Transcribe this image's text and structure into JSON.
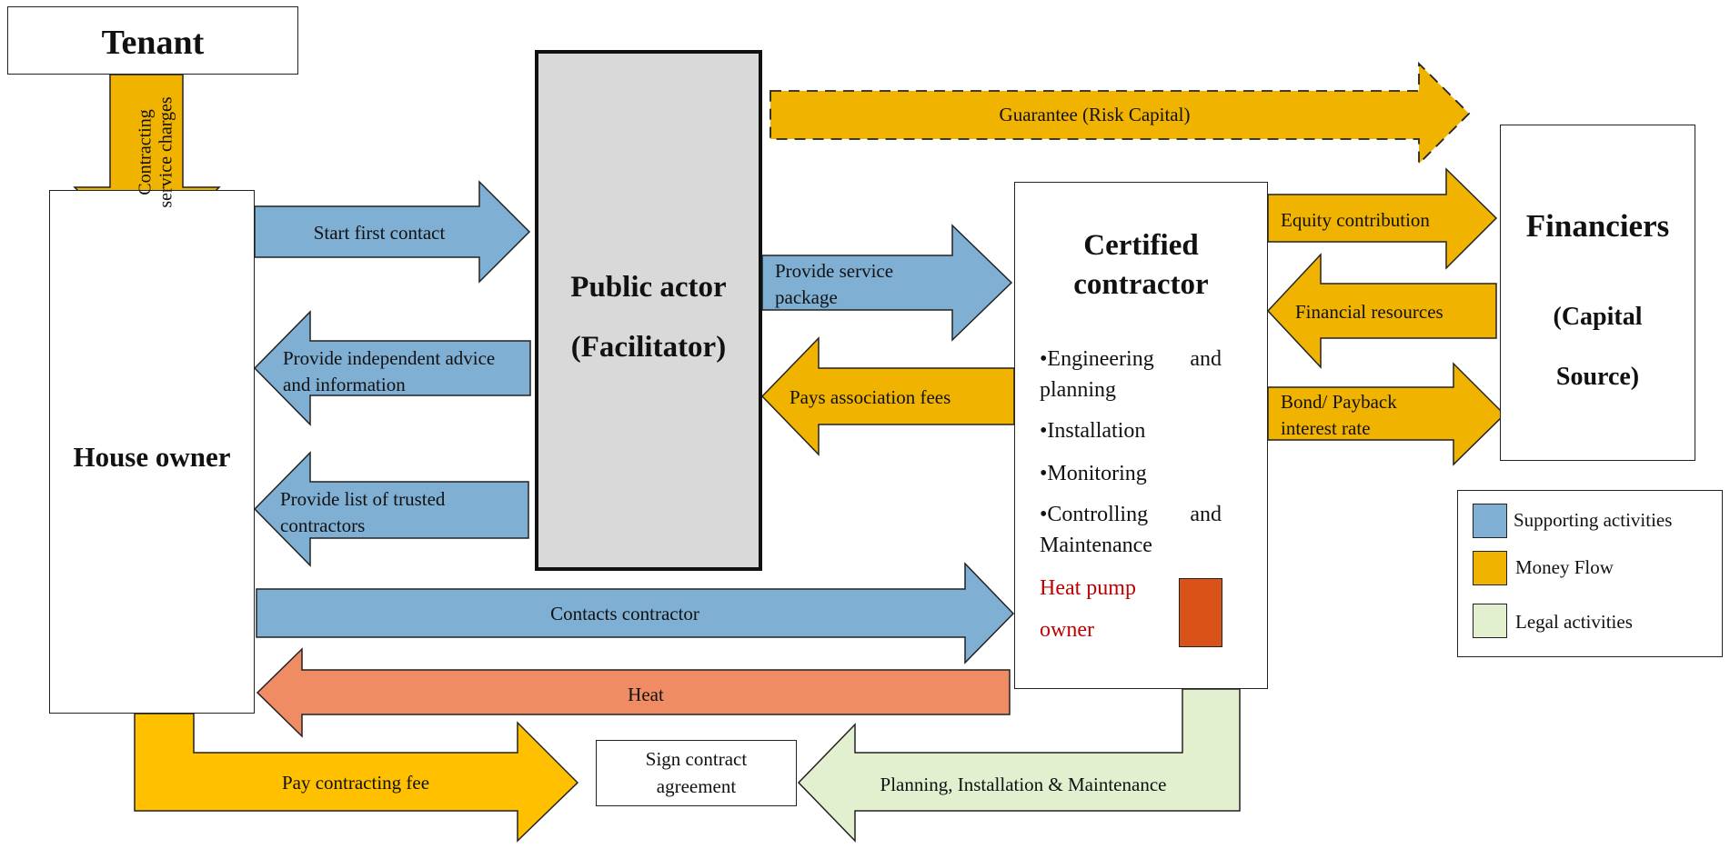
{
  "colors": {
    "supporting": "#7fb0d4",
    "money": "#f0b400",
    "money_alt": "#ffc000",
    "legal": "#e2f0d0",
    "heat": "#f08c64",
    "public_actor_fill": "#d9d9d9",
    "heat_pump_box": "#d95319",
    "heat_pump_text": "#c00000",
    "outline": "#222222"
  },
  "nodes": {
    "tenant": "Tenant",
    "house_owner": "House owner",
    "public_actor_line1": "Public actor",
    "public_actor_line2": "(Facilitator)",
    "contractor_title_line1": "Certified",
    "contractor_title_line2": "contractor",
    "contractor_items": [
      "•Engineering and planning",
      "•Installation",
      "•Monitoring",
      "•Controlling and Maintenance"
    ],
    "heat_pump_line1": "Heat pump",
    "heat_pump_line2": "owner",
    "financiers": "Financiers",
    "capital_line1": "(Capital",
    "capital_line2": "Source)",
    "sign_contract_line1": "Sign contract",
    "sign_contract_line2": "agreement"
  },
  "arrows": {
    "contracting_line1": "Contracting",
    "contracting_line2": "service charges",
    "start_first_contact": "Start first contact",
    "provide_advice_line1": "Provide independent advice",
    "provide_advice_line2": "and information",
    "provide_list_line1": "Provide list of trusted",
    "provide_list_line2": "contractors",
    "contacts_contractor": "Contacts contractor",
    "heat": "Heat",
    "pay_contracting_fee": "Pay contracting fee",
    "guarantee": "Guarantee (Risk Capital)",
    "provide_service_line1": "Provide service",
    "provide_service_line2": "package",
    "pays_association_fees": "Pays association fees",
    "equity_contribution": "Equity contribution",
    "financial_resources": "Financial resources",
    "bond_line1": "Bond/ Payback",
    "bond_line2": "interest rate",
    "planning_installation": "Planning, Installation & Maintenance"
  },
  "legend": {
    "items": [
      {
        "label": "Supporting activities",
        "color": "#7fb0d4"
      },
      {
        "label": "Money Flow",
        "color": "#f0b400"
      },
      {
        "label": "Legal activities",
        "color": "#e2f0d0"
      }
    ]
  }
}
